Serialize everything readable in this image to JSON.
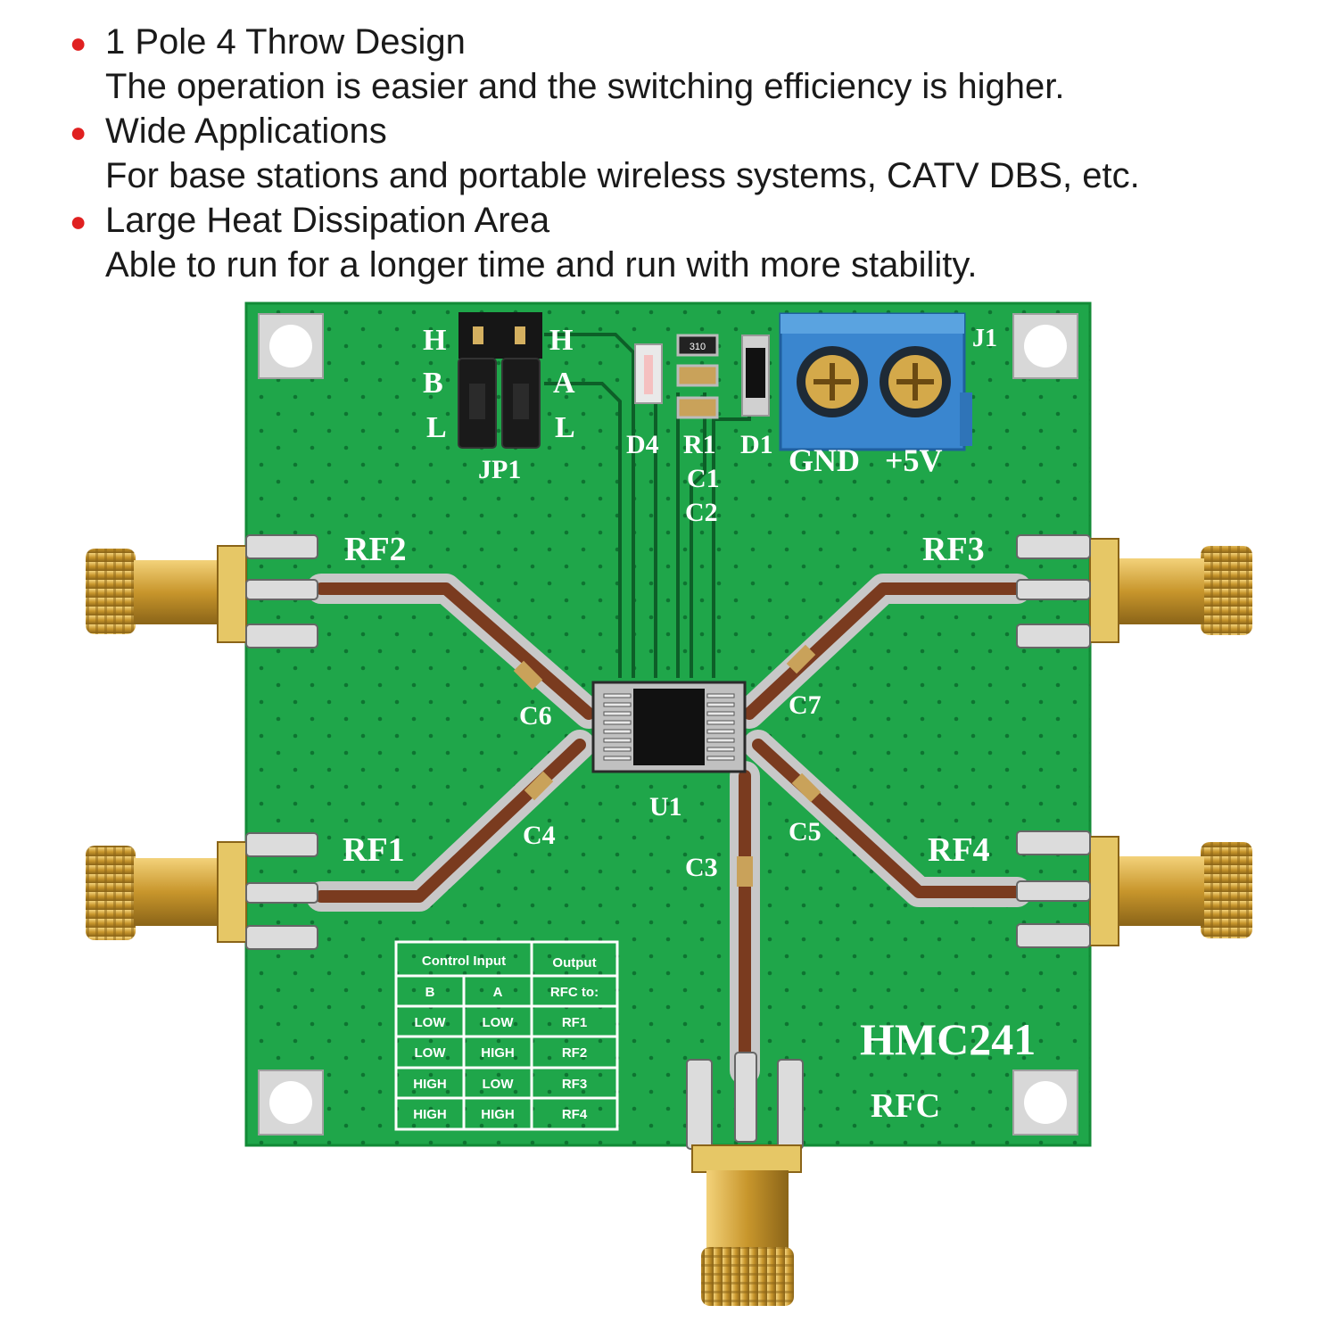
{
  "features": [
    {
      "title": "1 Pole 4 Throw Design",
      "description": "The operation is easier and the switching efficiency is higher."
    },
    {
      "title": "Wide Applications",
      "description": "For base stations and portable wireless systems, CATV DBS, etc."
    },
    {
      "title": "Large Heat Dissipation Area",
      "description": "Able to run for a longer time and run with more stability."
    }
  ],
  "board": {
    "model": "HMC241",
    "port_labels": {
      "rf1": "RF1",
      "rf2": "RF2",
      "rf3": "RF3",
      "rf4": "RF4",
      "rfc": "RFC"
    },
    "jumper": {
      "name": "JP1",
      "left": [
        "H",
        "B",
        "L"
      ],
      "right": [
        "H",
        "A",
        "L"
      ]
    },
    "components": {
      "d4": "D4",
      "r1": "R1",
      "c1": "C1",
      "c2": "C2",
      "d1": "D1",
      "j1": "J1",
      "c3": "C3",
      "c4": "C4",
      "c5": "C5",
      "c6": "C6",
      "c7": "C7",
      "u1": "U1",
      "resistor_code": "310"
    },
    "terminal": {
      "gnd": "GND",
      "vcc": "+5V"
    },
    "truth_table": {
      "header_control": "Control Input",
      "header_output": "Output",
      "sub_b": "B",
      "sub_a": "A",
      "sub_out": "RFC to:",
      "rows": [
        [
          "LOW",
          "LOW",
          "RF1"
        ],
        [
          "LOW",
          "HIGH",
          "RF2"
        ],
        [
          "HIGH",
          "LOW",
          "RF3"
        ],
        [
          "HIGH",
          "HIGH",
          "RF4"
        ]
      ]
    }
  },
  "colors": {
    "pcb": "#1fa64a",
    "trace": "#7a3b1f",
    "gold": "#d8a73a",
    "terminal": "#3a86cf",
    "bullet": "#e02020"
  }
}
